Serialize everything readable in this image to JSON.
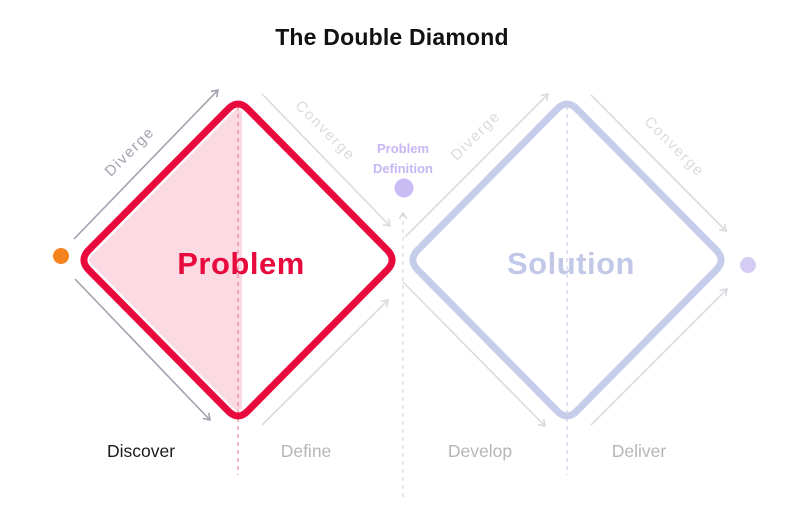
{
  "title": "The Double Diamond",
  "diagram": {
    "left_diamond": {
      "name": "Problem",
      "diverge": "Diverge",
      "converge": "Converge"
    },
    "right_diamond": {
      "name": "Solution",
      "diverge": "Diverge",
      "converge": "Converge"
    },
    "milestone": {
      "line1": "Problem",
      "line2": "Definition"
    },
    "phases": [
      "Discover",
      "Define",
      "Develop",
      "Deliver"
    ]
  },
  "colors": {
    "problem_red": "#E80A3D",
    "problem_fill_pink": "#FBDAE3",
    "problem_dash_red": "#F0849B",
    "solution_lavender": "#C6CDEB",
    "solution_text_lavender": "#C2C9E8",
    "milestone_purple": "#C6B6F4",
    "milestone_dot_purple": "#C9BCF3",
    "end_dot_purple": "#D5CCF4",
    "start_dot_orange": "#F5831D",
    "active_arrow_gray": "#9FA3AD",
    "inactive_arrow_gray": "#DBDBDF",
    "active_label_black": "#1B1B1F",
    "inactive_label_gray": "#B6B6B9"
  }
}
